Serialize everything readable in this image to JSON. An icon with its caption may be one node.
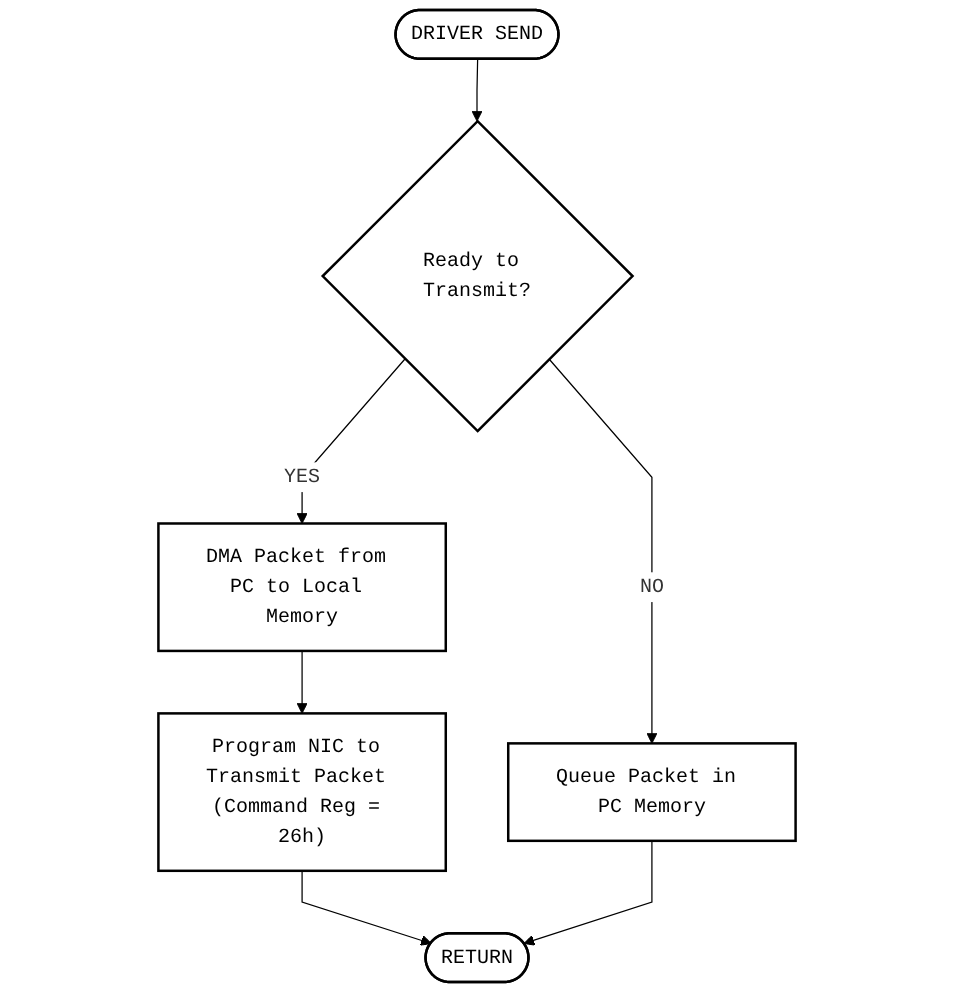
{
  "diagram": {
    "nodes": [
      {
        "text": [
          "DRIVER SEND"
        ]
      },
      {
        "text": [
          "Ready to Transmit?"
        ]
      },
      {
        "text": [
          "DMA Packet from PC to Local Memory"
        ]
      },
      {
        "text": [
          "Queue Packet in PC Memory"
        ]
      },
      {
        "text": [
          "Program NIC to Transmit Packet (Command Reg = 26h)"
        ]
      },
      {
        "text": [
          "RETURN"
        ]
      }
    ],
    "edges": [
      {
        "from": 0,
        "to": 1,
        "arrow": "to"
      },
      {
        "from": 1,
        "to": 2,
        "arrow": "to",
        "label": "YES"
      },
      {
        "from": 1,
        "to": 3,
        "arrow": "to",
        "label": "NO"
      },
      {
        "from": 2,
        "to": 4,
        "arrow": "to"
      },
      {
        "from": 4,
        "to": 5,
        "arrow": "to"
      },
      {
        "from": 3,
        "to": 5,
        "arrow": "to"
      }
    ]
  }
}
